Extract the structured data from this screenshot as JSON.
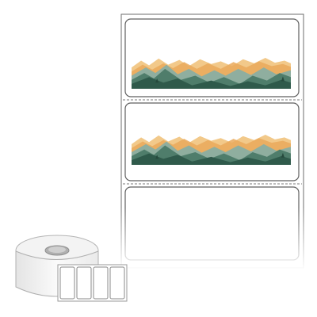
{
  "colors": {
    "background": "#ffffff",
    "liner_stroke": "#6e6e6e",
    "label_stroke": "#5f5f5f",
    "perforation": "#7a7a7a",
    "mountain_far": "#f0c07e",
    "mountain_glow": "#eaa95a",
    "mountain_mid": "#7fa091",
    "mountain_near": "#3f6f5e",
    "mountain_dark": "#2f5a4b",
    "tree": "#264a3d",
    "roll_face": "#f2f2f2",
    "roll_side": "#d8d8d8",
    "roll_core": "#a9a9a9"
  },
  "labels": [
    {
      "artwork": "mountains"
    },
    {
      "artwork": "mountains"
    },
    {
      "artwork": "blank"
    }
  ],
  "roll": {
    "visible_label_tabs": 4
  },
  "icons": [
    "mountain-landscape-icon",
    "label-roll-icon",
    "perforation-line-icon"
  ]
}
